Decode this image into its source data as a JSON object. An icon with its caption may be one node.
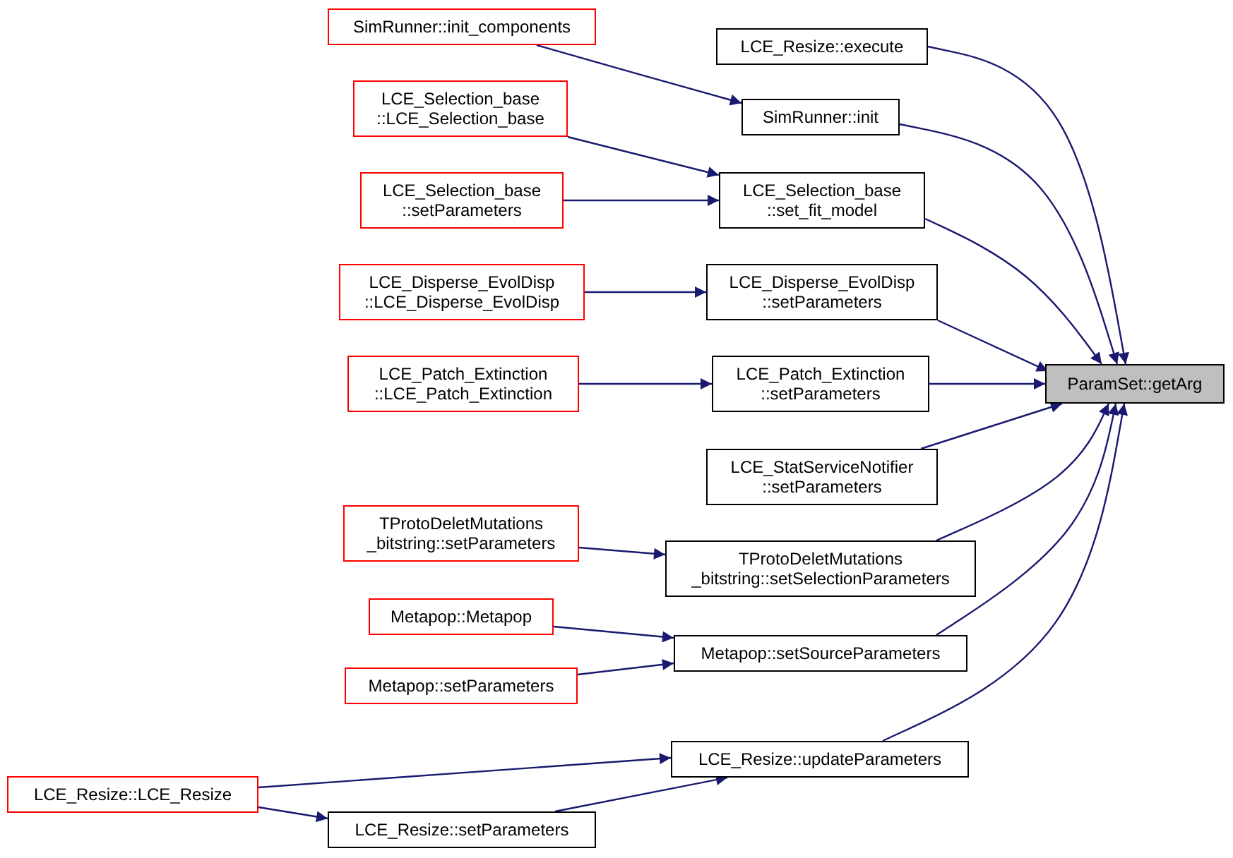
{
  "diagram": {
    "nodes": [
      {
        "text": [
          "ParamSet::getArg"
        ]
      },
      {
        "text": [
          "LCE_Resize::execute"
        ]
      },
      {
        "text": [
          "SimRunner::init_components"
        ]
      },
      {
        "text": [
          "SimRunner::init"
        ]
      },
      {
        "text": [
          "LCE_Selection_base ::LCE_Selection_base"
        ]
      },
      {
        "text": [
          "LCE_Selection_base ::setParameters"
        ]
      },
      {
        "text": [
          "LCE_Selection_base ::set_fit_model"
        ]
      },
      {
        "text": [
          "LCE_Disperse_EvolDisp ::LCE_Disperse_EvolDisp"
        ]
      },
      {
        "text": [
          "LCE_Disperse_EvolDisp ::setParameters"
        ]
      },
      {
        "text": [
          "LCE_Patch_Extinction ::LCE_Patch_Extinction"
        ]
      },
      {
        "text": [
          "LCE_Patch_Extinction ::setParameters"
        ]
      },
      {
        "text": [
          "LCE_StatServiceNotifier ::setParameters"
        ]
      },
      {
        "text": [
          "TProtoDeletMutations _bitstring::setParameters"
        ]
      },
      {
        "text": [
          "TProtoDeletMutations _bitstring::setSelectionParameters"
        ]
      },
      {
        "text": [
          "Metapop::Metapop"
        ]
      },
      {
        "text": [
          "Metapop::setParameters"
        ]
      },
      {
        "text": [
          "Metapop::setSourceParameters"
        ]
      },
      {
        "text": [
          "LCE_Resize::updateParameters"
        ]
      },
      {
        "text": [
          "LCE_Resize::LCE_Resize"
        ]
      },
      {
        "text": [
          "LCE_Resize::setParameters"
        ]
      }
    ],
    "edges": [
      {
        "from": 1,
        "to": 0,
        "arrow": "to"
      },
      {
        "from": 3,
        "to": 0,
        "arrow": "to"
      },
      {
        "from": 6,
        "to": 0,
        "arrow": "to"
      },
      {
        "from": 8,
        "to": 0,
        "arrow": "to"
      },
      {
        "from": 10,
        "to": 0,
        "arrow": "to"
      },
      {
        "from": 11,
        "to": 0,
        "arrow": "to"
      },
      {
        "from": 13,
        "to": 0,
        "arrow": "to"
      },
      {
        "from": 16,
        "to": 0,
        "arrow": "to"
      },
      {
        "from": 17,
        "to": 0,
        "arrow": "to"
      },
      {
        "from": 2,
        "to": 3,
        "arrow": "to"
      },
      {
        "from": 4,
        "to": 6,
        "arrow": "to"
      },
      {
        "from": 5,
        "to": 6,
        "arrow": "to"
      },
      {
        "from": 7,
        "to": 8,
        "arrow": "to"
      },
      {
        "from": 9,
        "to": 10,
        "arrow": "to"
      },
      {
        "from": 12,
        "to": 13,
        "arrow": "to"
      },
      {
        "from": 14,
        "to": 16,
        "arrow": "to"
      },
      {
        "from": 15,
        "to": 16,
        "arrow": "to"
      },
      {
        "from": 18,
        "to": 17,
        "arrow": "to"
      },
      {
        "from": 18,
        "to": 19,
        "arrow": "to"
      },
      {
        "from": 19,
        "to": 17,
        "arrow": "to"
      }
    ]
  }
}
